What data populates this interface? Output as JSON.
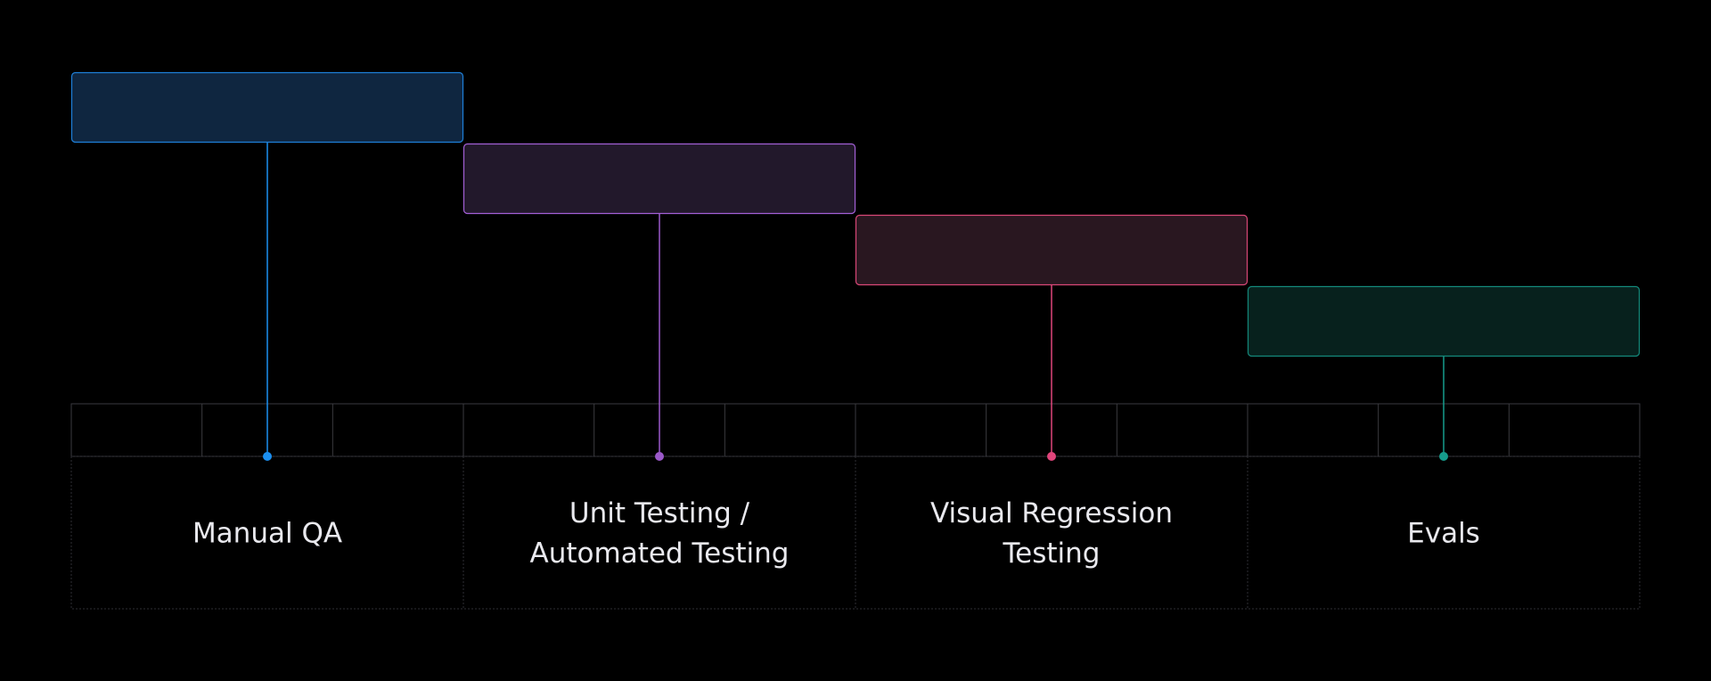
{
  "stages": [
    {
      "label_lines": [
        "Manual QA"
      ],
      "accent": "#1b8ff0",
      "box_fill": "#0f2640",
      "box_stroke": "#1e7fd8"
    },
    {
      "label_lines": [
        "Unit Testing /",
        "Automated Testing"
      ],
      "accent": "#9b59c9",
      "box_fill": "#22182b",
      "box_stroke": "#a35fd6"
    },
    {
      "label_lines": [
        "Visual Regression",
        "Testing"
      ],
      "accent": "#e0457b",
      "box_fill": "#291720",
      "box_stroke": "#d94777"
    },
    {
      "label_lines": [
        "Evals"
      ],
      "accent": "#169c8c",
      "box_fill": "#07211d",
      "box_stroke": "#14897b"
    }
  ],
  "colors": {
    "background": "#000000",
    "grid": "#3a3a3f",
    "grid_dashed": "#2e2e33",
    "text": "#e9e9ee"
  }
}
